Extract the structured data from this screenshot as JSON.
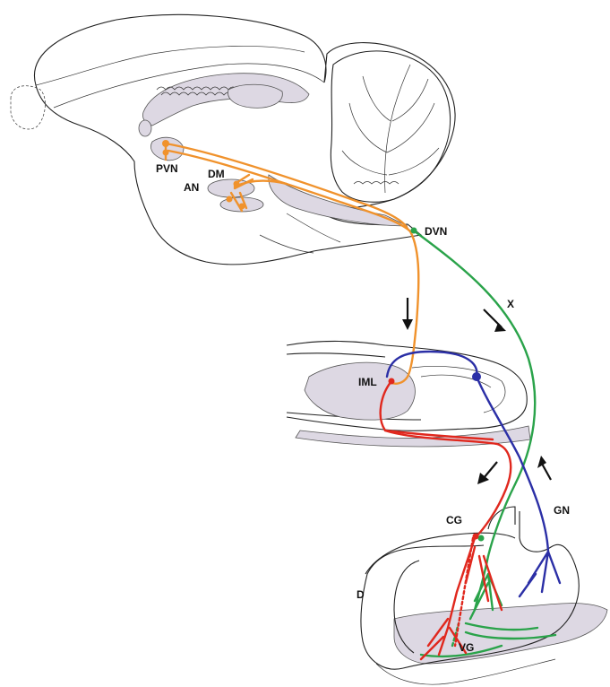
{
  "labels": {
    "pvn": "PVN",
    "dm": "DM",
    "an": "AN",
    "dvn": "DVN",
    "x": "X",
    "iml": "IML",
    "cg": "CG",
    "gn": "GN",
    "d": "D",
    "vg": "VG"
  },
  "colors": {
    "orange": "#f0922c",
    "green": "#2aa34a",
    "red": "#e0281e",
    "blue": "#2b2fa6",
    "tissue": "#ddd8e3",
    "outline": "#222222"
  }
}
